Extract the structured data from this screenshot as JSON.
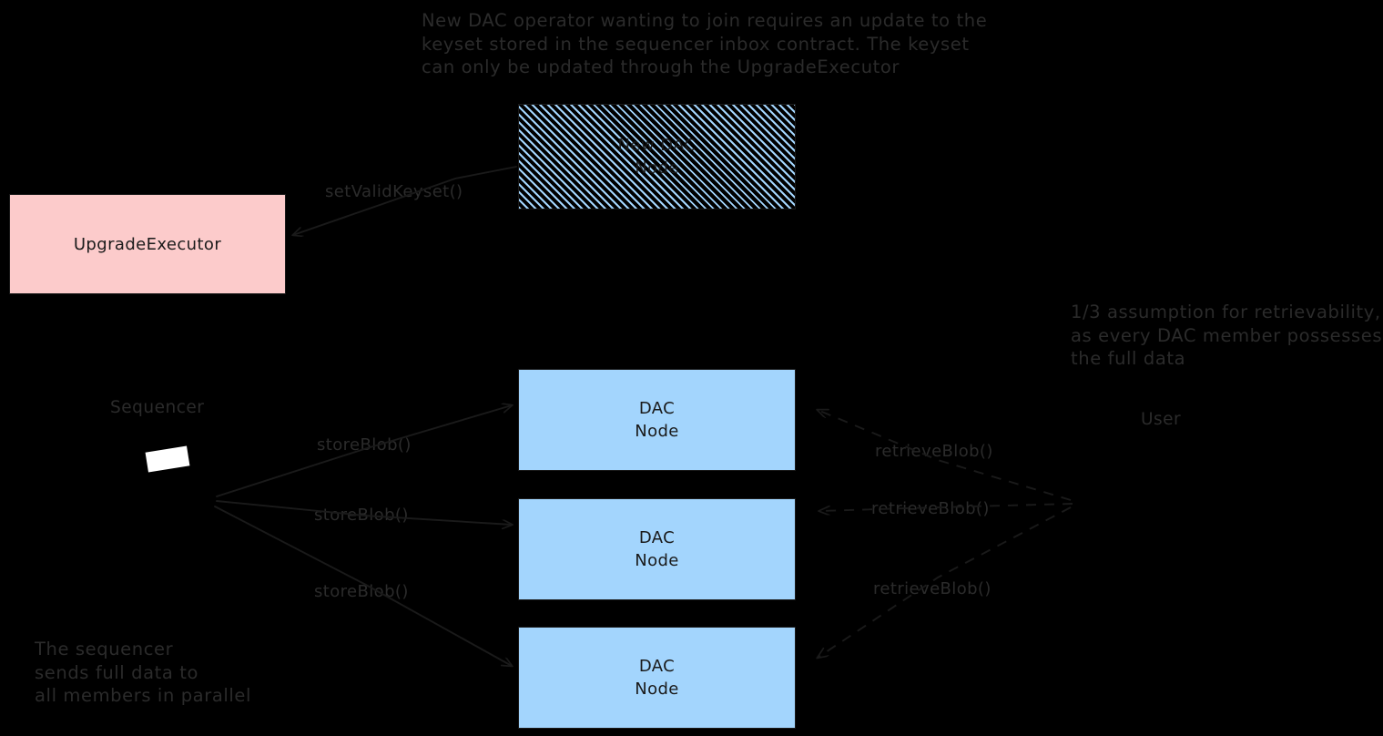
{
  "diagram": {
    "title_note": "New DAC operator wanting to join requires an update to the\nkeyset stored in the sequencer inbox contract. The keyset\ncan only be updated through the UpgradeExecutor",
    "retrievability_note": "1/3 assumption for retrievability,\nas every DAC member possesses\nthe full data",
    "sequencer_note": "The sequencer\nsends full data to\nall members in parallel",
    "nodes": {
      "new_dac_node": {
        "line1": "New DAC",
        "line2": "Node"
      },
      "upgrade_executor": {
        "label": "UpgradeExecutor"
      },
      "dac_node_1": {
        "line1": "DAC",
        "line2": "Node"
      },
      "dac_node_2": {
        "line1": "DAC",
        "line2": "Node"
      },
      "dac_node_3": {
        "line1": "DAC",
        "line2": "Node"
      }
    },
    "actors": {
      "sequencer": "Sequencer",
      "user": "User"
    },
    "edges": {
      "set_valid_keyset": "setValidKeyset()",
      "store_blob_1": "storeBlob()",
      "store_blob_2": "storeBlob()",
      "store_blob_3": "storeBlob()",
      "retrieve_blob_1": "retrieveBlob()",
      "retrieve_blob_2": "retrieveBlob()",
      "retrieve_blob_3": "retrieveBlob()"
    },
    "colors": {
      "background": "#000000",
      "upgrade_executor_fill": "#FCCBCB",
      "dac_node_fill": "#A3D5FD",
      "stroke": "#1a1a1a",
      "text": "#2b2b2b"
    }
  }
}
